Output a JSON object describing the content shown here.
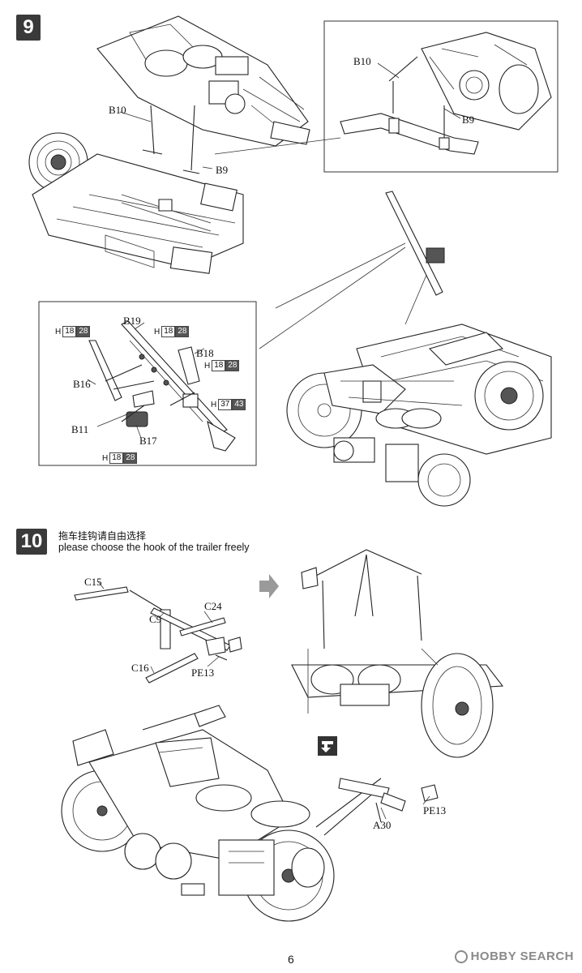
{
  "steps": [
    {
      "number": "9"
    },
    {
      "number": "10"
    }
  ],
  "step10_instruction": {
    "chinese": "拖车挂钩请自由选择",
    "english": "please choose the hook of the trailer freely"
  },
  "labels": {
    "b10_main": "B10",
    "b9_main": "B9",
    "b10_inset": "B10",
    "b9_inset": "B9",
    "b19": "B19",
    "b16": "B16",
    "b18": "B18",
    "b11": "B11",
    "b17": "B17",
    "c15": "C15",
    "c24": "C24",
    "c9": "C9",
    "c16": "C16",
    "pe13_a": "PE13",
    "pe13_b": "PE13",
    "a30": "A30"
  },
  "frame_refs": [
    {
      "letter": "H",
      "n1": "18",
      "n2": "28"
    },
    {
      "letter": "H",
      "n1": "18",
      "n2": "28"
    },
    {
      "letter": "H",
      "n1": "18",
      "n2": "28"
    },
    {
      "letter": "H",
      "n1": "37",
      "n2": "43"
    },
    {
      "letter": "H",
      "n1": "18",
      "n2": "28"
    }
  ],
  "page_number": "6",
  "watermark": "HOBBY SEARCH",
  "icons": [
    "next-step-arrow-icon",
    "flip-over-icon"
  ]
}
